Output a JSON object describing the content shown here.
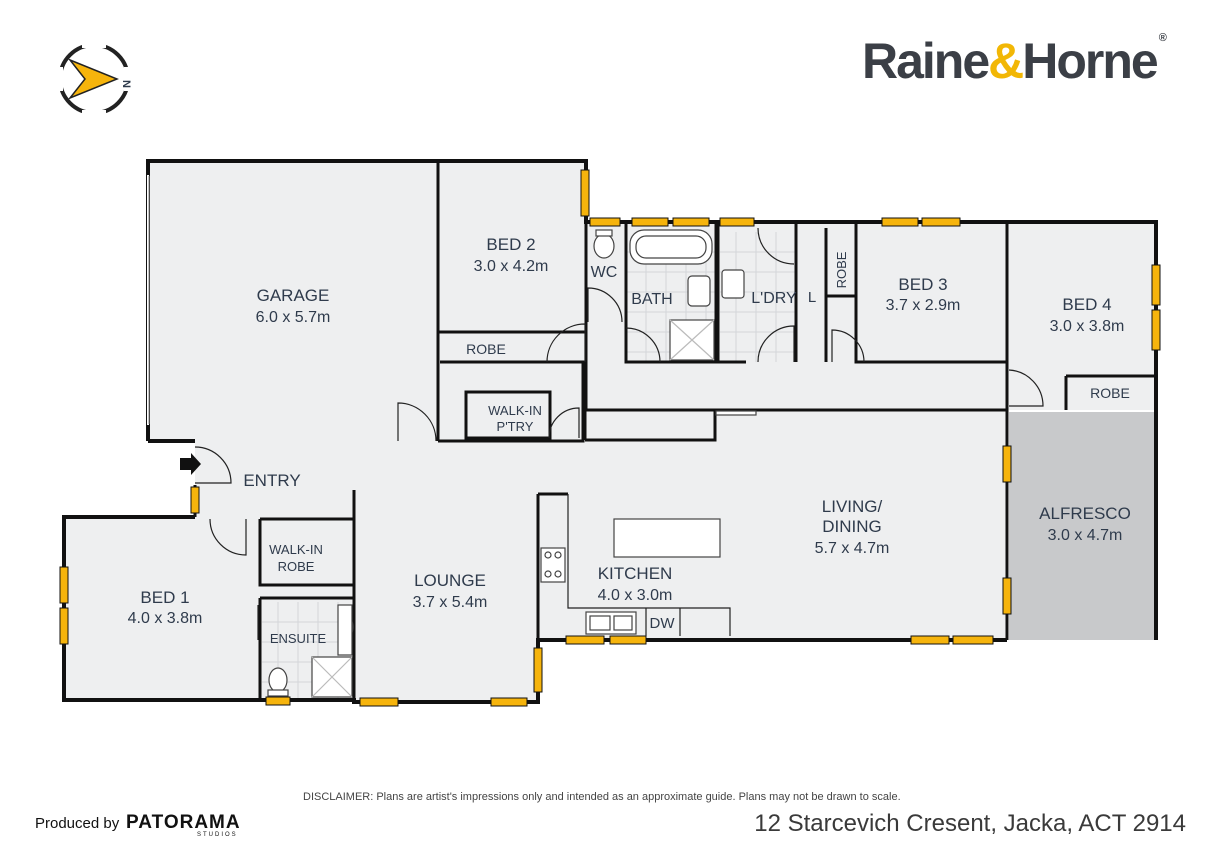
{
  "brand": {
    "name_part1": "Raine",
    "amp": "&",
    "name_part2": "Horne",
    "reg_mark": "®"
  },
  "compass": {
    "letter": "N"
  },
  "rooms": {
    "garage": {
      "name": "GARAGE",
      "dims": "6.0 x 5.7m"
    },
    "bed2": {
      "name": "BED 2",
      "dims": "3.0 x 4.2m"
    },
    "wc": {
      "name": "WC"
    },
    "bath": {
      "name": "BATH"
    },
    "laundry": {
      "name": "L'DRY"
    },
    "linen": {
      "name": "L"
    },
    "bed3_robe": {
      "name": "ROBE"
    },
    "bed3": {
      "name": "BED 3",
      "dims": "3.7 x 2.9m"
    },
    "bed4": {
      "name": "BED 4",
      "dims": "3.0 x 3.8m"
    },
    "bed2_robe": {
      "name": "ROBE"
    },
    "bed4_robe": {
      "name": "ROBE"
    },
    "pantry": {
      "line1": "WALK-IN",
      "line2": "P'TRY"
    },
    "entry": {
      "name": "ENTRY"
    },
    "walkin_robe": {
      "line1": "WALK-IN",
      "line2": "ROBE"
    },
    "bed1": {
      "name": "BED 1",
      "dims": "4.0 x 3.8m"
    },
    "ensuite": {
      "name": "ENSUITE"
    },
    "lounge": {
      "name": "LOUNGE",
      "dims": "3.7 x 5.4m"
    },
    "kitchen": {
      "name": "KITCHEN",
      "dims": "4.0 x 3.0m"
    },
    "dw": {
      "name": "DW"
    },
    "living": {
      "line1": "LIVING/",
      "line2": "DINING",
      "dims": "5.7 x 4.7m"
    },
    "alfresco": {
      "name": "ALFRESCO",
      "dims": "3.0 x 4.7m"
    }
  },
  "colors": {
    "wall": "#111111",
    "floor": "#eeeff0",
    "alfresco": "#c8c9cb",
    "window": "#f6b40c",
    "text": "#2f3b4c"
  },
  "footer": {
    "disclaimer": "DISCLAIMER: Plans are artist's impressions only and intended as an approximate guide. Plans may not be drawn to scale.",
    "address": "12 Starcevich Cresent, Jacka, ACT 2914",
    "produced_by": "Produced by",
    "producer_name": "PATORAMA",
    "producer_sub": "STUDIOS"
  }
}
